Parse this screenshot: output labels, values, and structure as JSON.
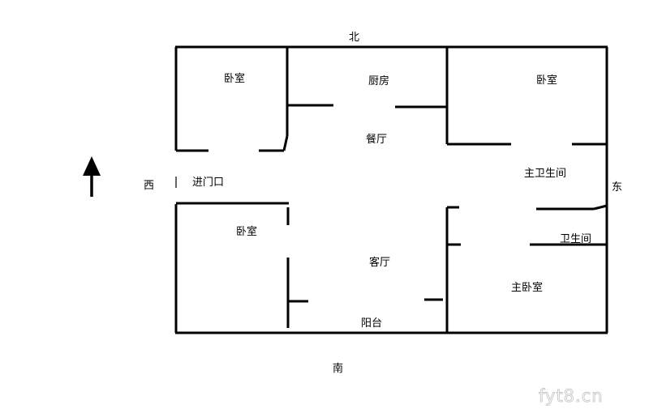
{
  "compass": {
    "north": "北",
    "south": "南",
    "west": "西",
    "east": "东"
  },
  "rooms": {
    "bedroom_nw": "卧室",
    "kitchen": "厨房",
    "bedroom_ne": "卧室",
    "dining": "餐厅",
    "entrance": "进门口",
    "master_bath": "主卫生间",
    "bedroom_sw": "卧室",
    "living": "客厅",
    "bathroom": "卫生间",
    "master_bedroom": "主卧室",
    "balcony": "阳台"
  },
  "watermark": "fyt8.cn",
  "colors": {
    "wall": "#000000",
    "background": "#ffffff",
    "watermark_stroke": "#c8c8c8"
  }
}
